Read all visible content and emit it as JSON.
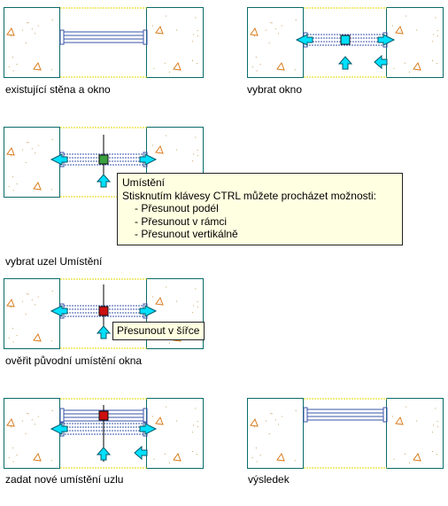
{
  "colors": {
    "wall": "#0a6b6b",
    "wall_fill": "#ffffff",
    "hatch": "#c8a060",
    "triangle": "#d97a1a",
    "frame_yellow": "#e6d800",
    "window": "#3a55aa",
    "grip_cyan": "#00e0ff",
    "grip_stroke": "#005a6a",
    "node_green": "#3aa040",
    "node_red": "#cc1010",
    "tooltip_bg": "#ffffe1"
  },
  "captions": {
    "existing": "existující stěna a okno",
    "select_window": "vybrat okno",
    "select_node": "vybrat uzel Umístění",
    "verify": "ověřit původní umístění okna",
    "enter_new": "zadat nové umístění uzlu",
    "result": "výsledek"
  },
  "tooltip_location": {
    "title": "Umístění",
    "hint": "Stisknutím klávesy CTRL můžete procházet možnosti:",
    "options": [
      "- Přesunout podél",
      "- Přesunout v rámci",
      "- Přesunout vertikálně"
    ]
  },
  "tooltip_width": {
    "text": "Přesunout v šířce"
  }
}
